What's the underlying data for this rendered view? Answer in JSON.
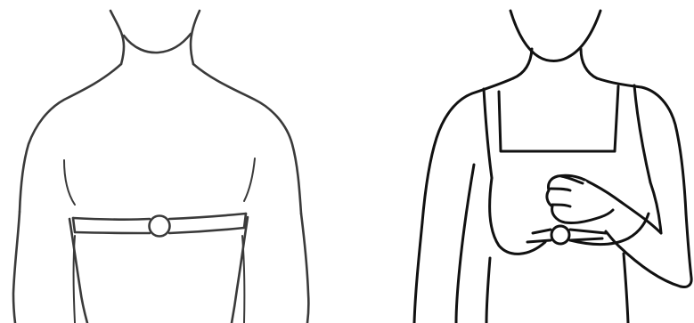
{
  "illustrations": [
    {
      "id": "male-chest-strap",
      "icon": "male-torso-with-heart-rate-chest-strap"
    },
    {
      "id": "female-chest-strap",
      "icon": "female-torso-adjusting-heart-rate-chest-strap"
    }
  ],
  "colors": {
    "background": "#ffffff",
    "line_male": "#3a3a3a",
    "line_female": "#111111"
  }
}
